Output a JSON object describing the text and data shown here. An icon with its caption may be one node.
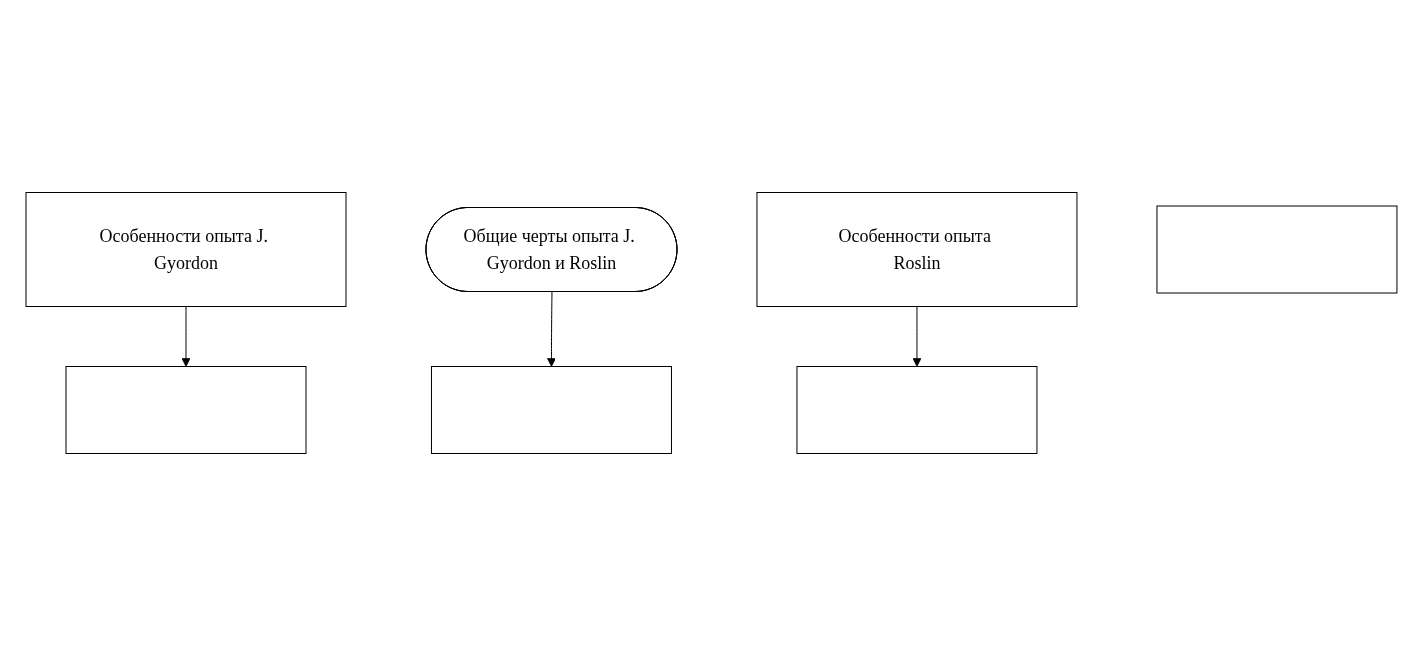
{
  "diagram": {
    "nodes": [
      {
        "text": [
          "Особенности опыта J. Gyordon"
        ]
      },
      {
        "text": [],
        "shape": "box"
      },
      {
        "text": [
          "Общие черты опыта J. Gyordon и Roslin"
        ]
      },
      {
        "text": [],
        "shape": "box"
      },
      {
        "text": [
          "Особенности опыта Roslin"
        ]
      },
      {
        "text": [],
        "shape": "box"
      },
      {
        "text": [],
        "shape": "box"
      }
    ],
    "edges": [
      {
        "from": 0,
        "to": 1,
        "arrow": "to"
      },
      {
        "from": 2,
        "to": 3,
        "arrow": "to"
      },
      {
        "from": 4,
        "to": 5,
        "arrow": "to"
      }
    ]
  }
}
